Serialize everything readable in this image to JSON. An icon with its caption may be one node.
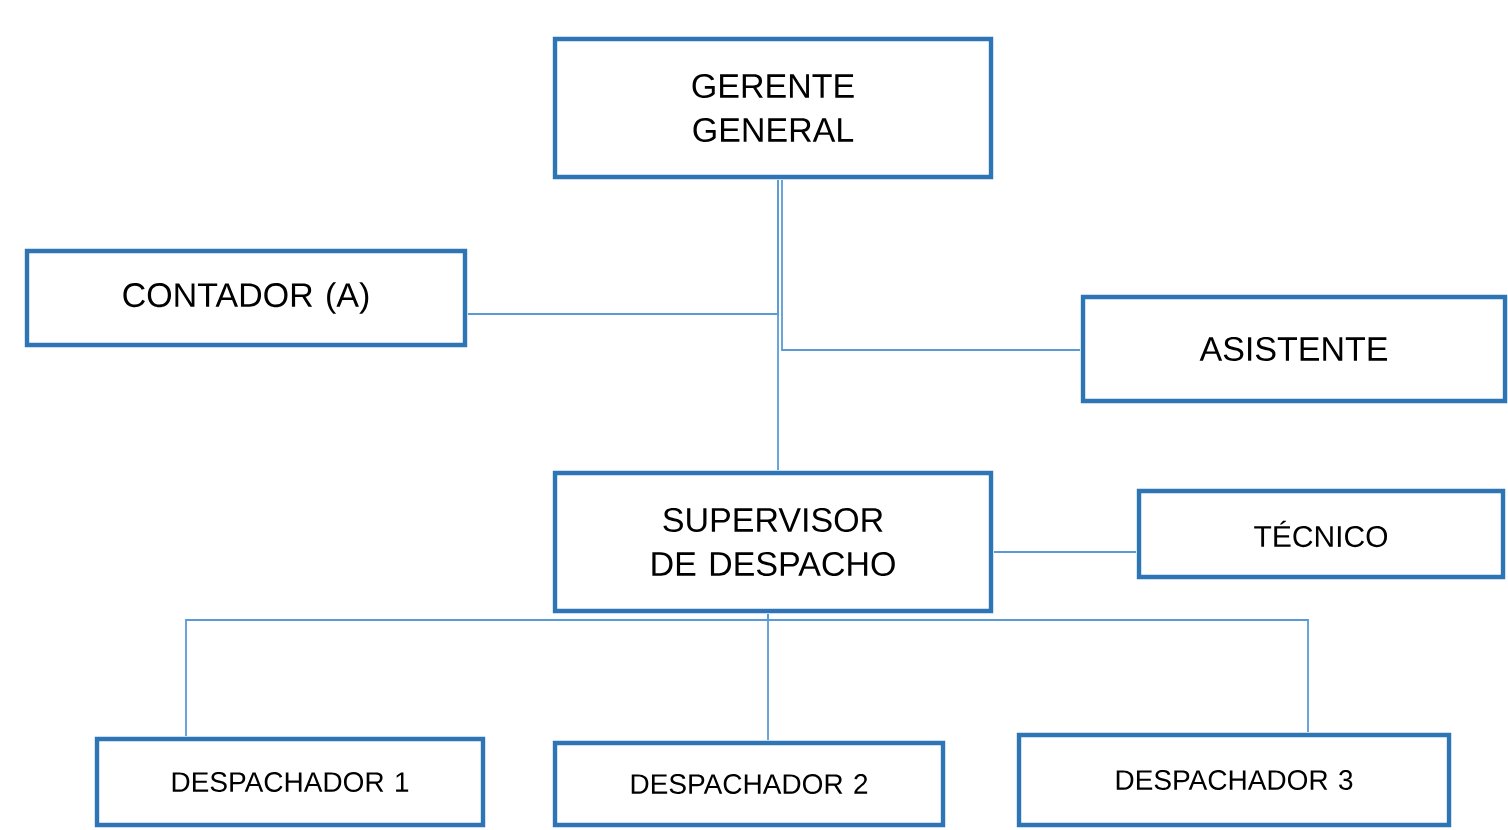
{
  "diagram": {
    "nodes": [
      {
        "text": [
          "GERENTE GENERAL"
        ]
      },
      {
        "text": [
          "CONTADOR (A)"
        ]
      },
      {
        "text": [
          "ASISTENTE"
        ]
      },
      {
        "text": [
          "SUPERVISOR DE DESPACHO"
        ]
      },
      {
        "text": [
          "TÉCNICO"
        ]
      },
      {
        "text": [
          "DESPACHADOR 1"
        ]
      },
      {
        "text": [
          "DESPACHADOR 2"
        ]
      },
      {
        "text": [
          "DESPACHADOR 3"
        ]
      }
    ],
    "edges": [
      {
        "from": 0,
        "to": 3,
        "arrow": "none"
      },
      {
        "from": 0,
        "to": 2,
        "arrow": "none"
      },
      {
        "from": 0,
        "to": 1,
        "arrow": "none"
      },
      {
        "from": 3,
        "to": 4,
        "arrow": "none"
      },
      {
        "from": 3,
        "to": 5,
        "arrow": "none"
      },
      {
        "from": 3,
        "to": 6,
        "arrow": "none"
      },
      {
        "from": 3,
        "to": 7,
        "arrow": "none"
      }
    ]
  }
}
